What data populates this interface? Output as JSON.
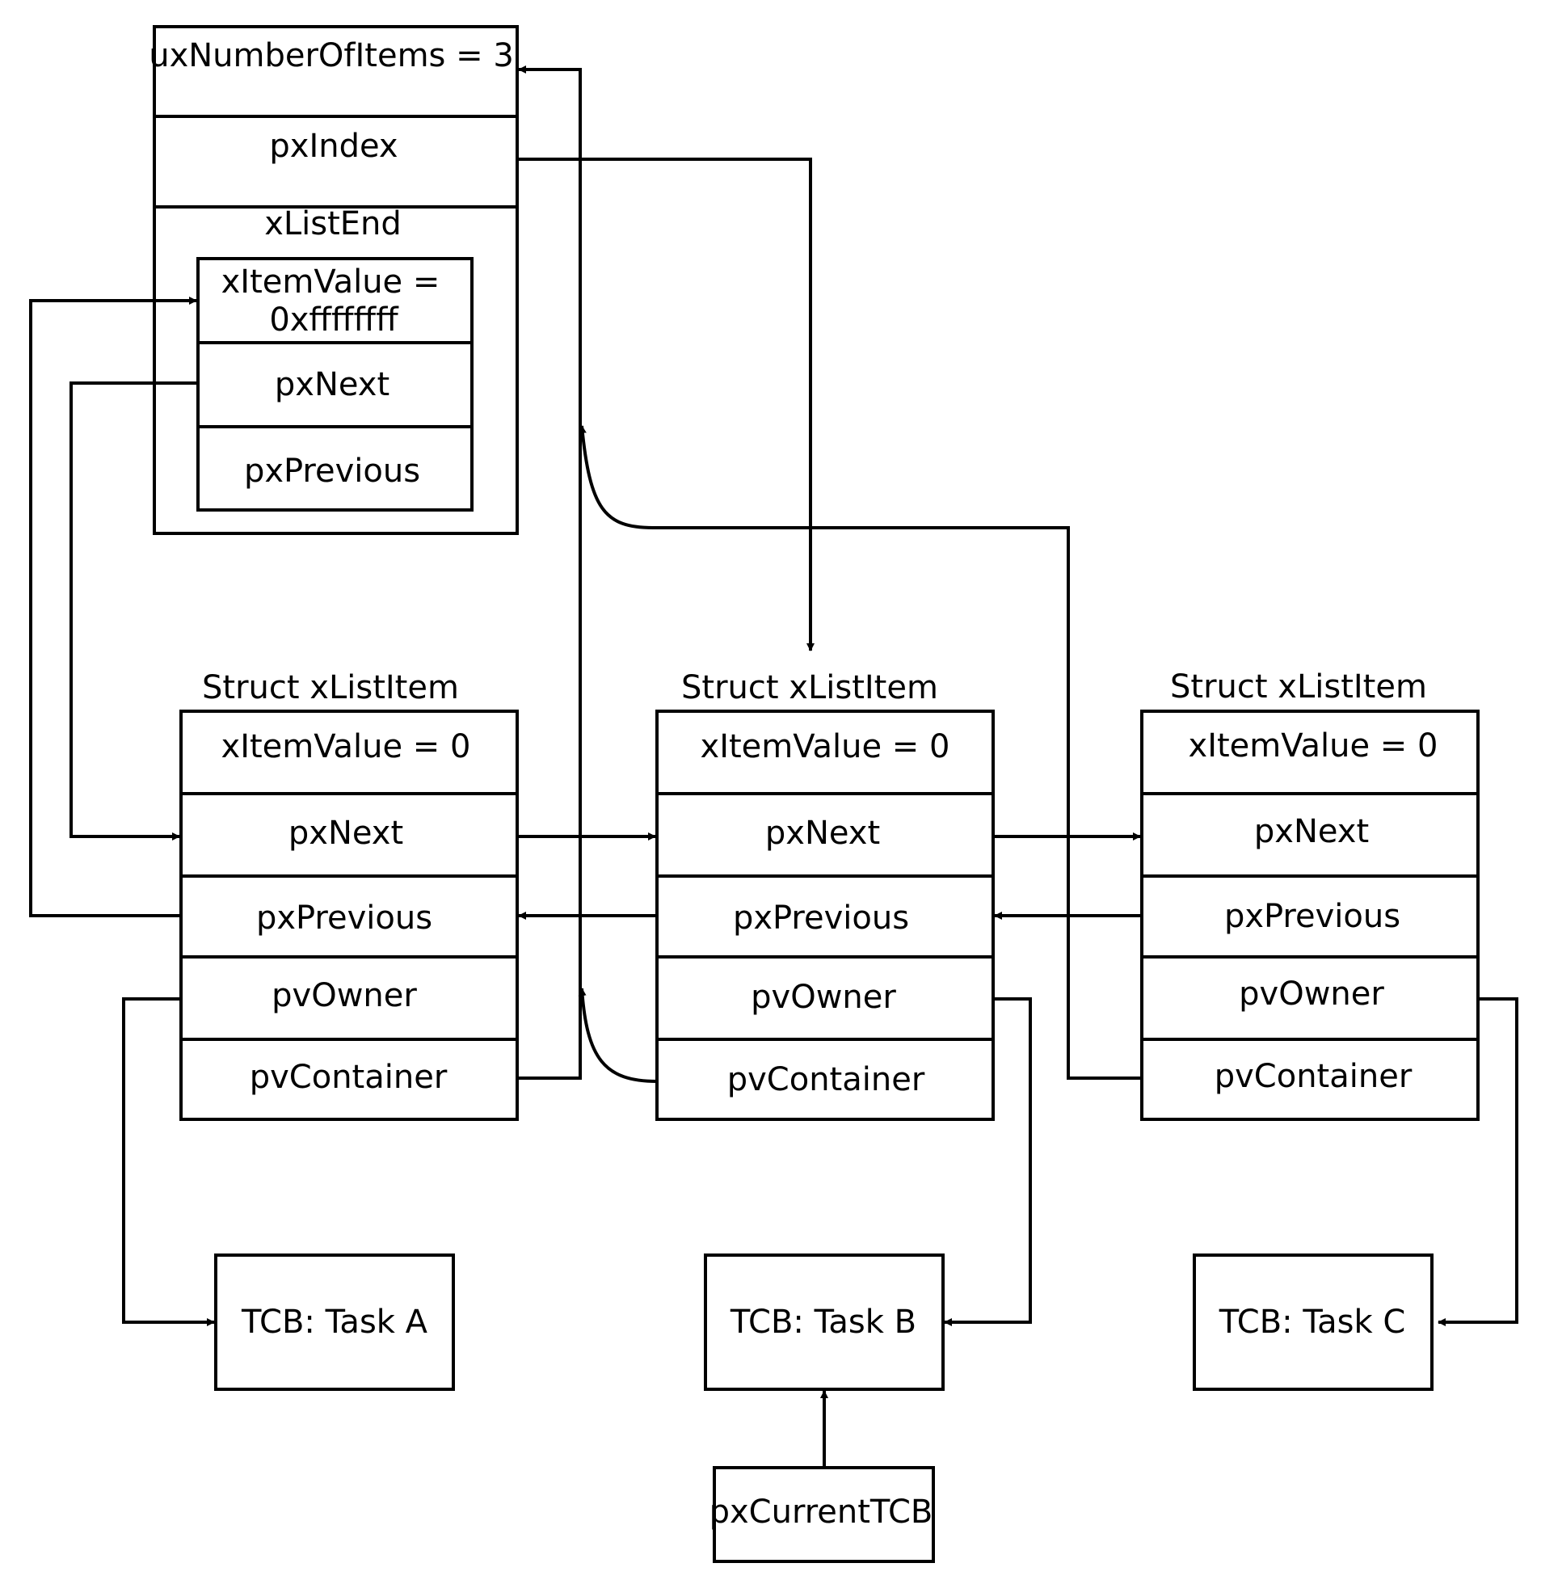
{
  "list": {
    "number_of_items": "uxNumberOfItems  =  3",
    "px_index": "pxIndex",
    "list_end": {
      "title": "xListEnd",
      "item_value_line1": "xItemValue  =",
      "item_value_line2": "0xffffffff",
      "px_next": "pxNext",
      "px_previous": "pxPrevious"
    }
  },
  "list_items": [
    {
      "title": "Struct  xListItem",
      "item_value": "xItemValue  =  0",
      "px_next": "pxNext",
      "px_previous": "pxPrevious",
      "pv_owner": "pvOwner",
      "pv_container": "pvContainer"
    },
    {
      "title": "Struct  xListItem",
      "item_value": "xItemValue  =  0",
      "px_next": "pxNext",
      "px_previous": "pxPrevious",
      "pv_owner": "pvOwner",
      "pv_container": "pvContainer"
    },
    {
      "title": "Struct  xListItem",
      "item_value": "xItemValue  =  0",
      "px_next": "pxNext",
      "px_previous": "pxPrevious",
      "pv_owner": "pvOwner",
      "pv_container": "pvContainer"
    }
  ],
  "tcbs": [
    {
      "label": "TCB:  Task  A"
    },
    {
      "label": "TCB:  Task  B"
    },
    {
      "label": "TCB:  Task  C"
    }
  ],
  "current_tcb": "pxCurrentTCB"
}
